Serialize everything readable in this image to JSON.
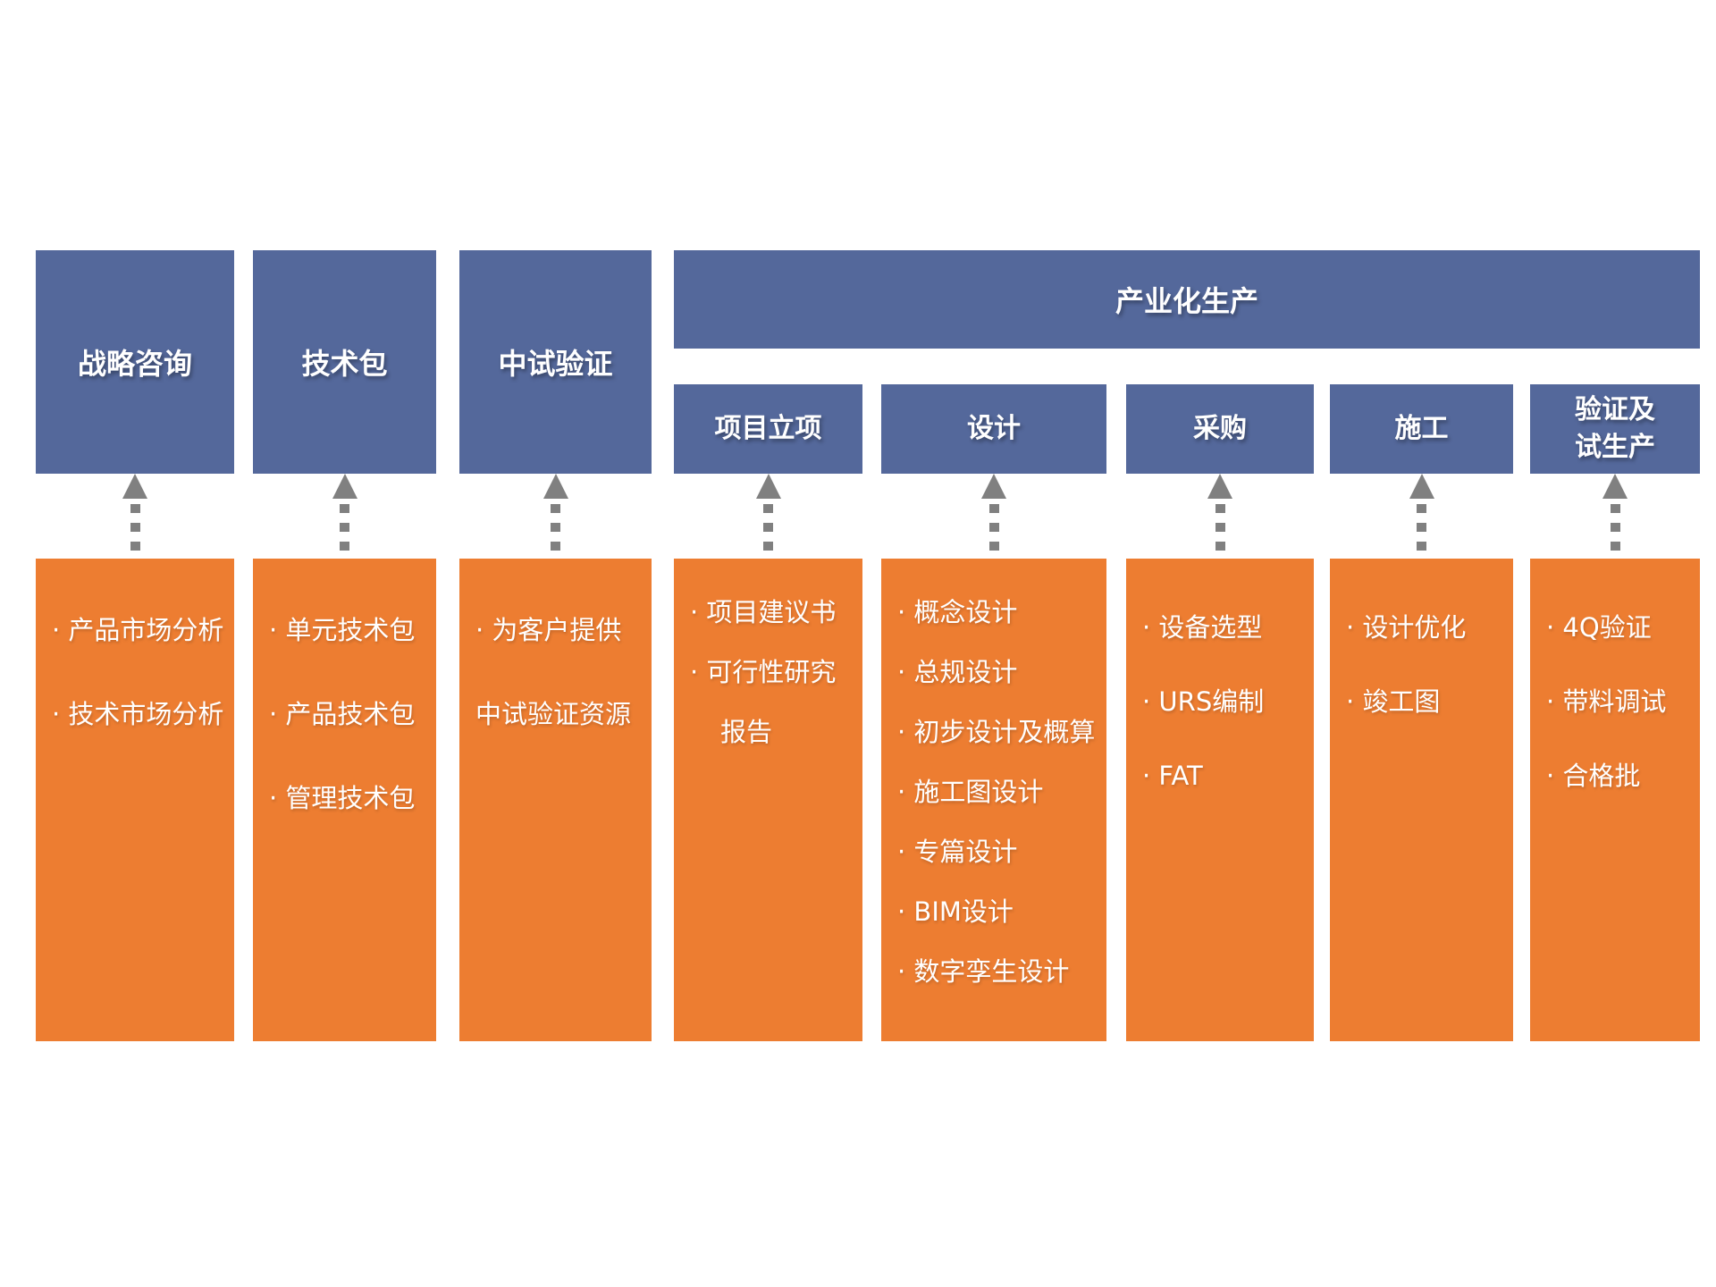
{
  "banner": {
    "label": "产业化生产"
  },
  "colors": {
    "blue": "#54689B",
    "orange": "#ED7D31",
    "arrow_gray": "#808080",
    "text": "#FFFFFF"
  },
  "columns": [
    {
      "header": "战略咨询",
      "items": [
        {
          "text": "· 产品市场分析"
        },
        {
          "text": "· 技术市场分析"
        }
      ]
    },
    {
      "header": "技术包",
      "items": [
        {
          "text": "· 单元技术包"
        },
        {
          "text": "· 产品技术包"
        },
        {
          "text": "· 管理技术包"
        }
      ]
    },
    {
      "header": "中试验证",
      "items": [
        {
          "text": "· 为客户提供"
        },
        {
          "text": "中试验证资源"
        }
      ]
    },
    {
      "header": "项目立项",
      "items": [
        {
          "text": "· 项目建议书"
        },
        {
          "text": "· 可行性研究"
        },
        {
          "text": "报告"
        }
      ]
    },
    {
      "header": "设计",
      "items": [
        {
          "text": "· 概念设计"
        },
        {
          "text": "· 总规设计"
        },
        {
          "text": "· 初步设计及概算"
        },
        {
          "text": "· 施工图设计"
        },
        {
          "text": "· 专篇设计"
        },
        {
          "text": "· BIM设计"
        },
        {
          "text": "· 数字孪生设计"
        }
      ]
    },
    {
      "header": "采购",
      "items": [
        {
          "text": "· 设备选型"
        },
        {
          "text": "· URS编制"
        },
        {
          "text": "· FAT"
        }
      ]
    },
    {
      "header": "施工",
      "items": [
        {
          "text": "· 设计优化"
        },
        {
          "text": "· 竣工图"
        }
      ]
    },
    {
      "header": "验证及\n试生产",
      "items": [
        {
          "text": "· 4Q验证"
        },
        {
          "text": "· 带料调试"
        },
        {
          "text": "· 合格批"
        }
      ]
    }
  ]
}
